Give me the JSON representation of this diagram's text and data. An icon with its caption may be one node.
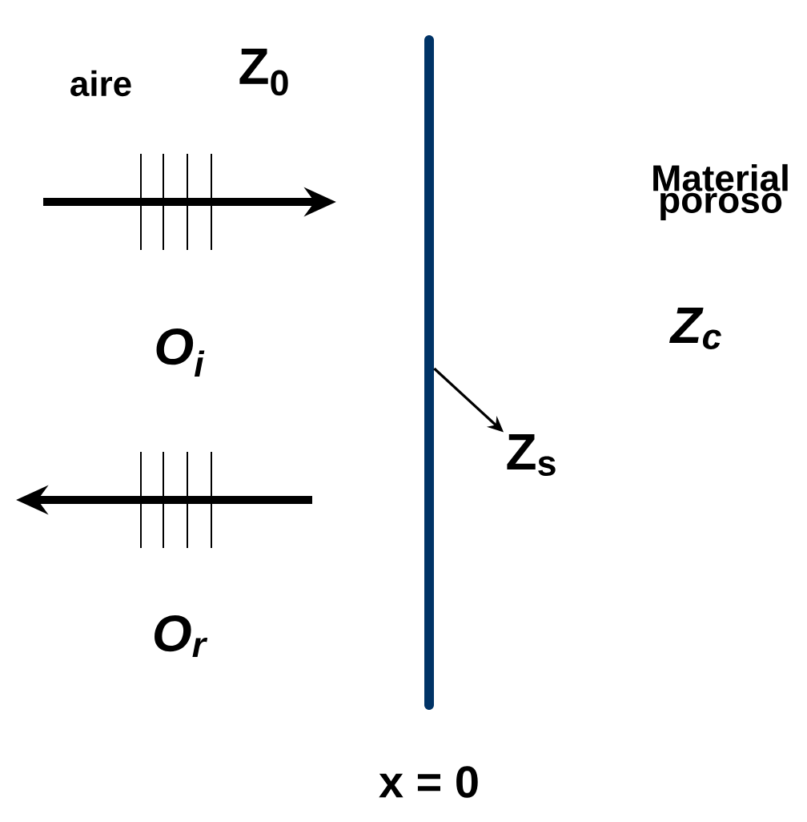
{
  "diagram": {
    "nodes": [
      {
        "text": [],
        "shape": "bar"
      },
      {
        "text": [
          "Z$_{s}$"
        ]
      }
    ],
    "edges": [
      {
        "from": 0,
        "to": 1,
        "arrow": "to"
      }
    ],
    "labels": [
      "aire",
      "Z$_{0}$",
      "Material poroso",
      "Z$_{c}$",
      "O$_{i}$",
      "O$_{r}$",
      "x = 0"
    ]
  }
}
